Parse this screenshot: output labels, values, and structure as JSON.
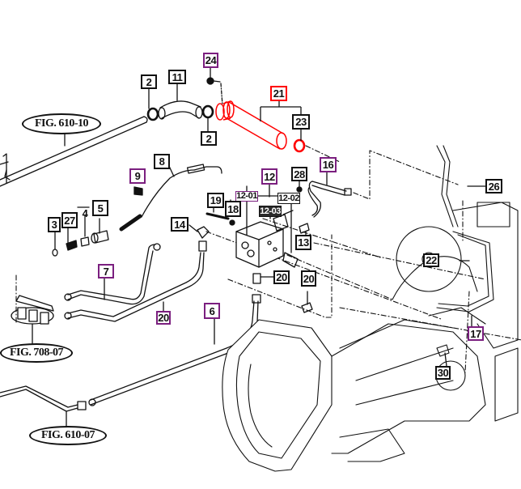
{
  "diagram": {
    "type": "exploded-parts-diagram",
    "colors": {
      "line": "#111111",
      "highlight": "#ff0000",
      "purple_callout": "#7b1f7f",
      "black_callout": "#111111",
      "background": "#ffffff"
    },
    "figure_refs": [
      {
        "id": "fig-610-10",
        "label": "FIG. 610-10"
      },
      {
        "id": "fig-708-07",
        "label": "FIG. 708-07"
      },
      {
        "id": "fig-610-07",
        "label": "FIG. 610-07"
      }
    ],
    "callouts": [
      {
        "id": "c2a",
        "label": "2",
        "style": "black"
      },
      {
        "id": "c11",
        "label": "11",
        "style": "black"
      },
      {
        "id": "c2b",
        "label": "2",
        "style": "black"
      },
      {
        "id": "c24",
        "label": "24",
        "style": "purple"
      },
      {
        "id": "c21",
        "label": "21",
        "style": "red"
      },
      {
        "id": "c23",
        "label": "23",
        "style": "black"
      },
      {
        "id": "c8",
        "label": "8",
        "style": "black"
      },
      {
        "id": "c9",
        "label": "9",
        "style": "purple"
      },
      {
        "id": "c16",
        "label": "16",
        "style": "purple"
      },
      {
        "id": "c12",
        "label": "12",
        "style": "purple"
      },
      {
        "id": "c28",
        "label": "28",
        "style": "black"
      },
      {
        "id": "c12-01",
        "label": "12-01",
        "style": "purple"
      },
      {
        "id": "c12-02",
        "label": "12-02",
        "style": "black"
      },
      {
        "id": "c12-03",
        "label": "12-03",
        "style": "dark"
      },
      {
        "id": "c19",
        "label": "19",
        "style": "black"
      },
      {
        "id": "c18",
        "label": "18",
        "style": "black"
      },
      {
        "id": "c26",
        "label": "26",
        "style": "black"
      },
      {
        "id": "c3",
        "label": "3",
        "style": "black"
      },
      {
        "id": "c27",
        "label": "27",
        "style": "black"
      },
      {
        "id": "c4",
        "label": "4",
        "style": "black"
      },
      {
        "id": "c5",
        "label": "5",
        "style": "black"
      },
      {
        "id": "c14",
        "label": "14",
        "style": "black"
      },
      {
        "id": "c13",
        "label": "13",
        "style": "black"
      },
      {
        "id": "c20a",
        "label": "20",
        "style": "black"
      },
      {
        "id": "c7",
        "label": "7",
        "style": "purple"
      },
      {
        "id": "c20b",
        "label": "20",
        "style": "black"
      },
      {
        "id": "c20c",
        "label": "20",
        "style": "black"
      },
      {
        "id": "c6",
        "label": "6",
        "style": "purple"
      },
      {
        "id": "c17",
        "label": "17",
        "style": "purple"
      },
      {
        "id": "c30",
        "label": "30",
        "style": "purple"
      },
      {
        "id": "c22",
        "label": "22",
        "style": "black"
      }
    ]
  }
}
